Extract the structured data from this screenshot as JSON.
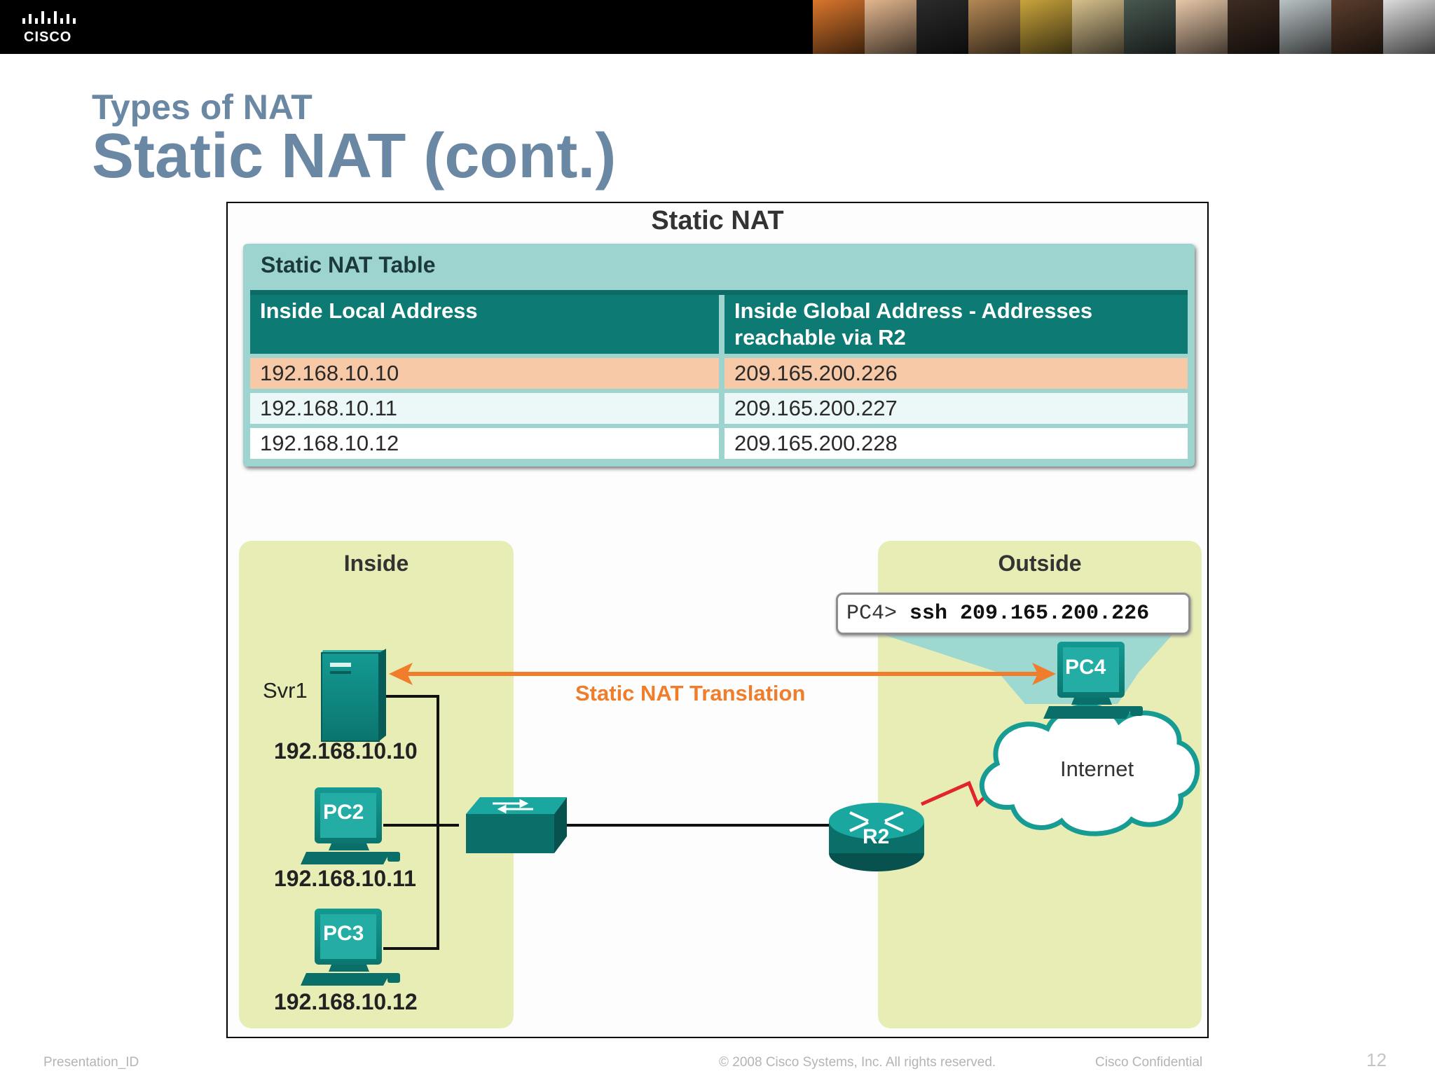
{
  "header": {
    "logo_text": "CISCO",
    "photo_colors": [
      "#d9762c",
      "#e2b68e",
      "#2b2b2b",
      "#b38855",
      "#c9a43c",
      "#d6c08d",
      "#495851",
      "#e7c7a8",
      "#3d2c22",
      "#b9c2c4",
      "#5a3d2c",
      "#dcdcdc"
    ]
  },
  "slide": {
    "title_small": "Types of NAT",
    "title_large": "Static NAT (cont.)"
  },
  "figure": {
    "title": "Static NAT",
    "table": {
      "title": "Static NAT Table",
      "headers": [
        "Inside Local Address",
        "Inside Global Address - Addresses reachable via R2"
      ],
      "rows": [
        [
          "192.168.10.10",
          "209.165.200.226"
        ],
        [
          "192.168.10.11",
          "209.165.200.227"
        ],
        [
          "192.168.10.12",
          "209.165.200.228"
        ]
      ]
    },
    "zones": {
      "inside": "Inside",
      "outside": "Outside"
    },
    "devices": {
      "svr1": {
        "name": "Svr1",
        "ip": "192.168.10.10"
      },
      "pc2": {
        "name": "PC2",
        "ip": "192.168.10.11"
      },
      "pc3": {
        "name": "PC3",
        "ip": "192.168.10.12"
      },
      "pc4": {
        "name": "PC4"
      },
      "r2": {
        "name": "R2"
      },
      "internet": {
        "name": "Internet"
      }
    },
    "translation_label": "Static NAT Translation",
    "ssh": {
      "prompt": "PC4>",
      "command": "ssh 209.165.200.226"
    },
    "colors": {
      "device_teal": "#0e8a83",
      "device_teal_dark": "#0a6a65",
      "arrow_orange": "#ef7d2b",
      "serial_red": "#e0262b",
      "zone_fill": "#e8edb6",
      "table_header": "#0d7a74",
      "highlight_row": "#f7c9a6"
    }
  },
  "footer": {
    "left": "Presentation_ID",
    "copyright": "© 2008 Cisco Systems, Inc. All rights reserved.",
    "confidential": "Cisco Confidential",
    "page": "12"
  }
}
